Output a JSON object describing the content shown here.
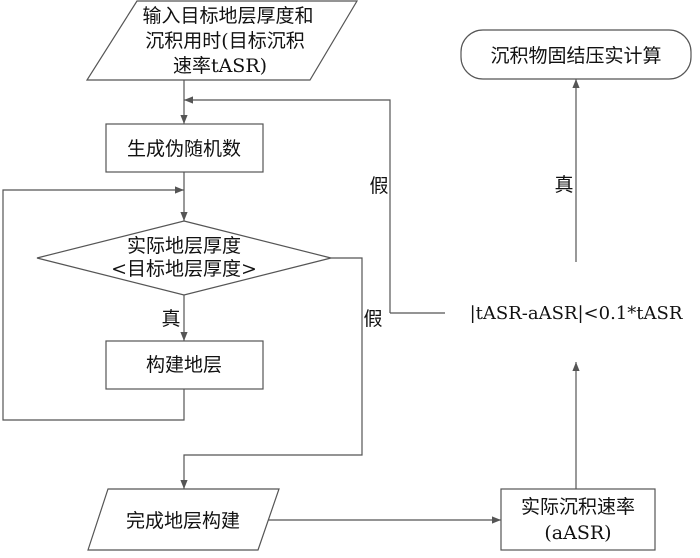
{
  "flowchart": {
    "input_node": {
      "line1": "输入目标地层厚度和",
      "line2": "沉积用时(目标沉积",
      "line3": "速率tASR)"
    },
    "generate_node": {
      "label": "生成伪随机数"
    },
    "decision_node": {
      "line1": "实际地层厚度",
      "line2": "<目标地层厚度>"
    },
    "build_node": {
      "label": "构建地层"
    },
    "complete_node": {
      "label": "完成地层构建"
    },
    "actual_rate_node": {
      "line1": "实际沉积速率",
      "line2": "(aASR)"
    },
    "condition_node": {
      "label": "|tASR-aASR|<0.1*tASR"
    },
    "result_node": {
      "label": "沉积物固结压实计算"
    },
    "edge_labels": {
      "decision_true": "真",
      "decision_false": "假",
      "condition_true": "真",
      "condition_false": "假"
    }
  }
}
